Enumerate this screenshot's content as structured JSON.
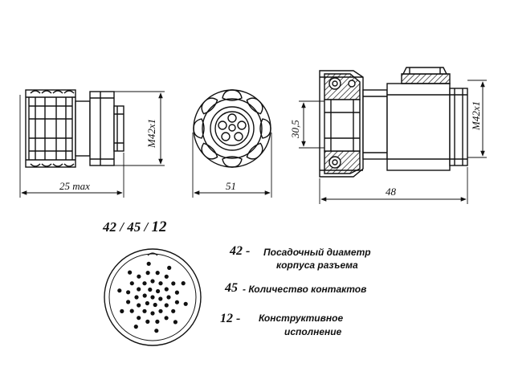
{
  "dimensions": {
    "side_length": "25 max",
    "side_thread": "M42x1",
    "front_width": "51",
    "section_height": "30,5",
    "section_thread": "M42x1",
    "section_length": "48"
  },
  "code": {
    "part1": "42",
    "sep1": " / ",
    "part2": "45",
    "sep2": " / ",
    "part3": "12"
  },
  "legend": [
    {
      "code": "42 -",
      "line1": "Посадочный диаметр",
      "line2": "корпуса разъема"
    },
    {
      "code": "45",
      "line1": "- Количество контактов",
      "line2": ""
    },
    {
      "code": "12 -",
      "line1": "Конструктивное",
      "line2": "исполнение"
    }
  ]
}
